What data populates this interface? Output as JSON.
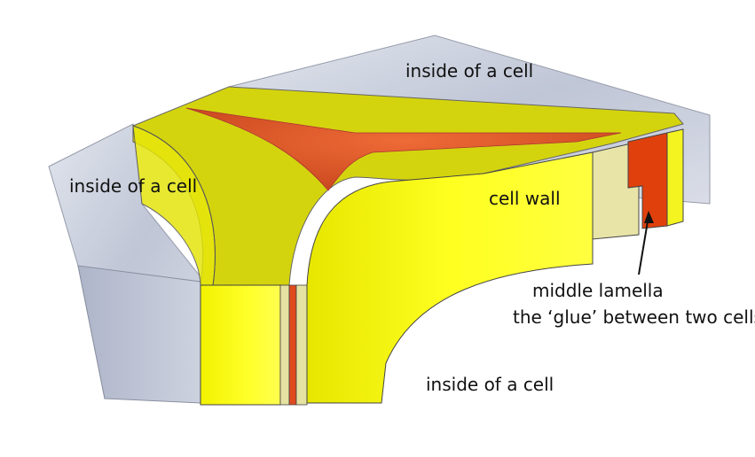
{
  "labels": {
    "cell_top": "inside of a cell",
    "cell_left": "inside of a cell",
    "cell_bottom": "inside of a cell",
    "cell_wall": "cell wall",
    "middle_lamella": "middle lamella",
    "glue_description": "the ‘glue’ between two cells"
  },
  "colors": {
    "cell_interior": "#c9cfdc",
    "cell_wall": "#ffff22",
    "cell_wall_top": "#dcdc10",
    "primary_layer": "#e4e0a0",
    "middle_lamella": "#e04a1e",
    "outline": "#333333"
  }
}
